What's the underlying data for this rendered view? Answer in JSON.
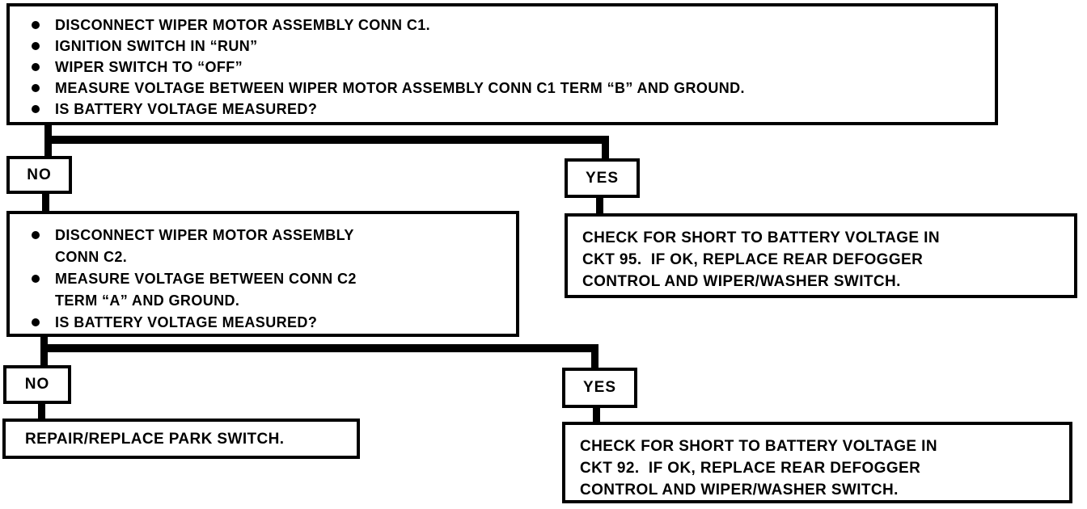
{
  "colors": {
    "ink": "#000000",
    "paper": "#ffffff"
  },
  "flow": {
    "start": {
      "bullets": [
        "DISCONNECT WIPER MOTOR ASSEMBLY CONN C1.",
        "IGNITION SWITCH IN “RUN”",
        "WIPER SWITCH TO “OFF”",
        "MEASURE VOLTAGE BETWEEN WIPER MOTOR ASSEMBLY CONN C1 TERM “B” AND GROUND.",
        "IS BATTERY VOLTAGE MEASURED?"
      ]
    },
    "branch1": {
      "no": "NO",
      "yes": "YES"
    },
    "step2": {
      "bullets": [
        "DISCONNECT WIPER MOTOR ASSEMBLY\nCONN C2.",
        "MEASURE VOLTAGE BETWEEN CONN C2\nTERM “A” AND GROUND.",
        "IS BATTERY VOLTAGE MEASURED?"
      ]
    },
    "result_yes1": "CHECK FOR SHORT TO BATTERY VOLTAGE IN\nCKT 95.  IF OK, REPLACE REAR DEFOGGER\nCONTROL AND WIPER/WASHER SWITCH.",
    "branch2": {
      "no": "NO",
      "yes": "YES"
    },
    "result_no2": "REPAIR/REPLACE PARK SWITCH.",
    "result_yes2": "CHECK FOR SHORT TO BATTERY VOLTAGE IN\nCKT 92.  IF OK, REPLACE REAR DEFOGGER\nCONTROL AND WIPER/WASHER SWITCH."
  }
}
